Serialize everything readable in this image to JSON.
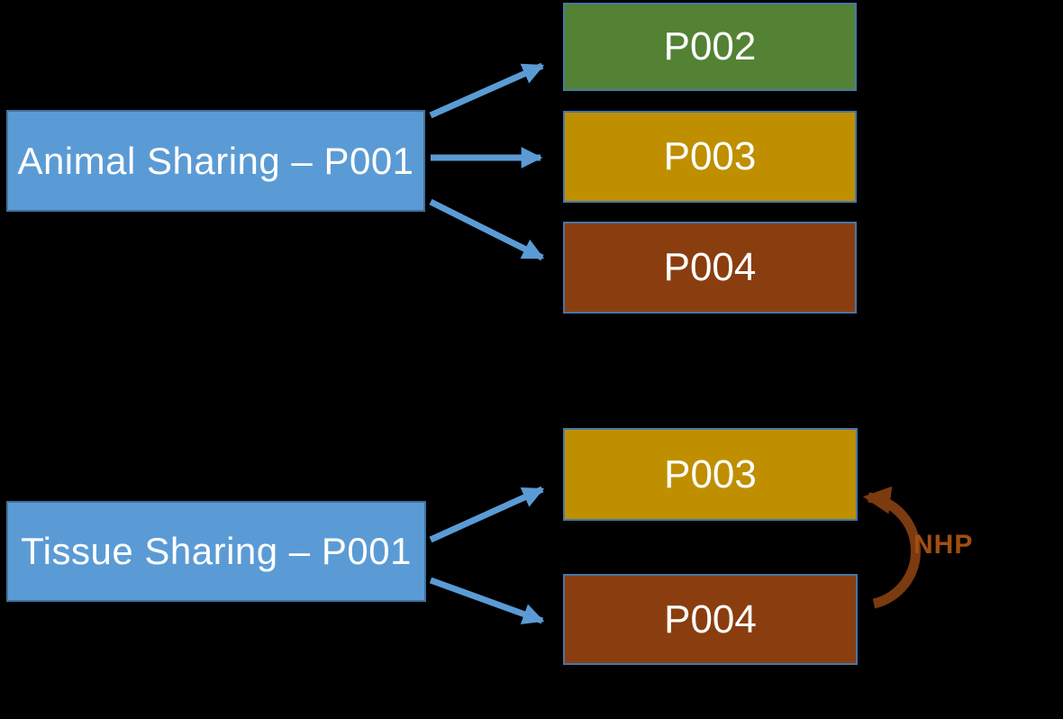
{
  "diagram": {
    "background": "#000000",
    "animal_sharing": {
      "source": {
        "label": "Animal Sharing – P001",
        "fill": "#5B9BD5",
        "border": "#41719C"
      },
      "targets": [
        {
          "label": "P002",
          "fill": "#538234"
        },
        {
          "label": "P003",
          "fill": "#BF8F00"
        },
        {
          "label": "P004",
          "fill": "#8A3E0F"
        }
      ]
    },
    "tissue_sharing": {
      "source": {
        "label": "Tissue Sharing – P001",
        "fill": "#5B9BD5",
        "border": "#41719C"
      },
      "targets": [
        {
          "label": "P003",
          "fill": "#BF8F00"
        },
        {
          "label": "P004",
          "fill": "#8A3E0F"
        }
      ],
      "annotation": {
        "label": "NHP",
        "color": "#A34E0F"
      }
    },
    "colors": {
      "arrow_blue": "#5B9BD5",
      "curved_arrow_brown": "#7C3A10",
      "target_border_blue": "#4577A8",
      "label_text": "#FFFFFF"
    }
  }
}
